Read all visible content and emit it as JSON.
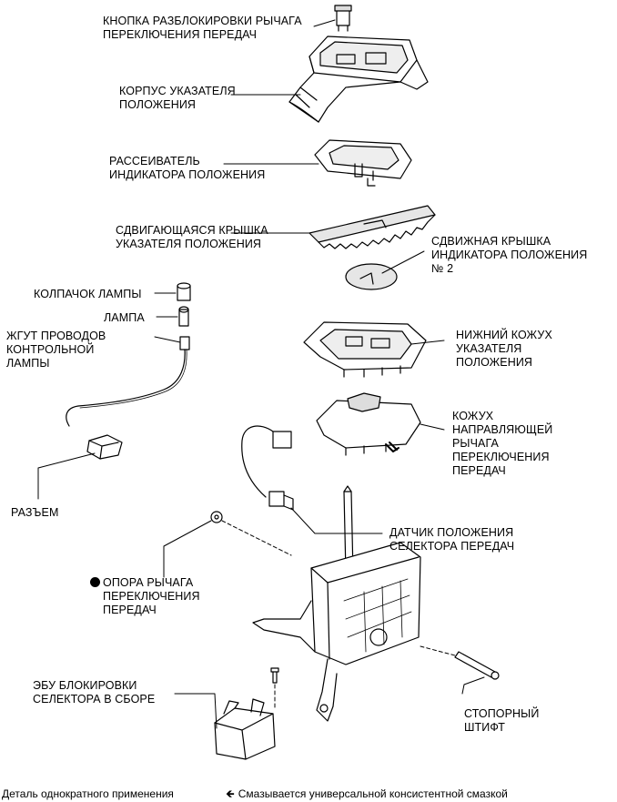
{
  "labels": {
    "unlock_button": "КНОПКА РАЗБЛОКИРОВКИ РЫЧАГА\nПЕРЕКЛЮЧЕНИЯ ПЕРЕДАЧ",
    "indicator_housing": "КОРПУС УКАЗАТЕЛЯ\nПОЛОЖЕНИЯ",
    "indicator_diffuser": "РАССЕИВАТЕЛЬ\nИНДИКАТОРА ПОЛОЖЕНИЯ",
    "sliding_cover": "СДВИГАЮЩАЯСЯ КРЫШКА\nУКАЗАТЕЛЯ ПОЛОЖЕНИЯ",
    "sliding_cover_2": "СДВИЖНАЯ КРЫШКА\nИНДИКАТОРА ПОЛОЖЕНИЯ\n№ 2",
    "lamp_cap": "КОЛПАЧОК ЛАМПЫ",
    "lamp": "ЛАМПА",
    "lamp_harness": "ЖГУТ ПРОВОДОВ\nКОНТРОЛЬНОЙ\nЛАМПЫ",
    "lower_housing": "НИЖНИЙ КОЖУХ\nУКАЗАТЕЛЯ\nПОЛОЖЕНИЯ",
    "guide_housing": "КОЖУХ\nНАПРАВЛЯЮЩЕЙ\nРЫЧАГА\nПЕРЕКЛЮЧЕНИЯ\nПЕРЕДАЧ",
    "connector": "РАЗЪЕМ",
    "position_sensor": "ДАТЧИК ПОЛОЖЕНИЯ\nСЕЛЕКТОРА ПЕРЕДАЧ",
    "lever_support": "ОПОРА РЫЧАГА\nПЕРЕКЛЮЧЕНИЯ\nПЕРЕДАЧ",
    "ecu_assembly": "ЭБУ БЛОКИРОВКИ\nСЕЛЕКТОРА В СБОРЕ",
    "stop_pin": "СТОПОРНЫЙ\nШТИФТ"
  },
  "legend": {
    "single_use": "Деталь однократного применения",
    "grease": "Смазывается универсальной консистентной смазкой"
  }
}
